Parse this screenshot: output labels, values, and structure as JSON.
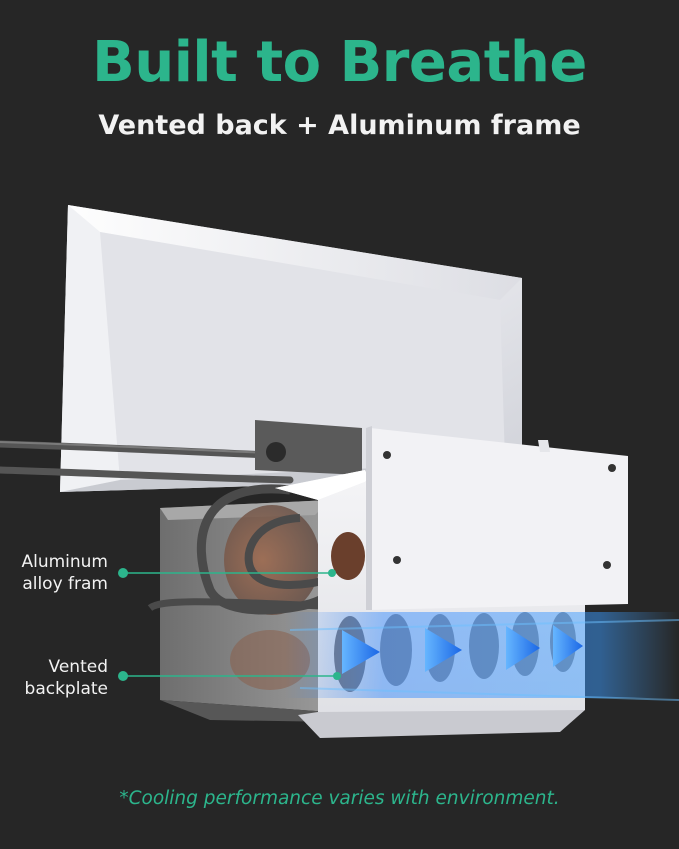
{
  "colors": {
    "background": "#262626",
    "accent": "#2cb58c",
    "text": "#f2f2f2"
  },
  "headline": "Built to Breathe",
  "subheadline": "Vented back + Aluminum frame",
  "callouts": [
    {
      "line1": "Aluminum",
      "line2": "alloy fram"
    },
    {
      "line1": "Vented",
      "line2": "backplate"
    }
  ],
  "footnote": "*Cooling performance varies with environment."
}
